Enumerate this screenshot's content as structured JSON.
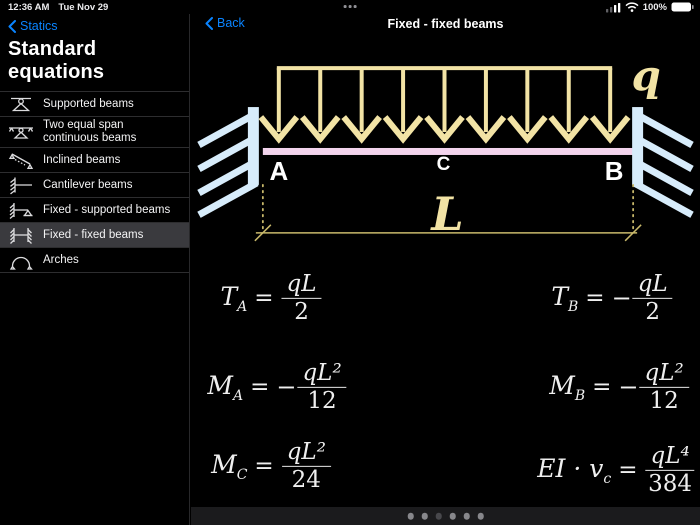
{
  "status_bar": {
    "time": "12:36 AM",
    "date": "Tue Nov 29",
    "battery_percent": "100%"
  },
  "sidebar": {
    "back_label": "Statics",
    "title": "Standard equations",
    "items": [
      {
        "label": "Supported beams"
      },
      {
        "label": "Two equal span continuous beams"
      },
      {
        "label": "Inclined beams"
      },
      {
        "label": "Cantilever beams"
      },
      {
        "label": "Fixed - supported beams"
      },
      {
        "label": "Fixed - fixed beams",
        "selected": true
      },
      {
        "label": "Arches"
      }
    ]
  },
  "detail": {
    "back_label": "Back",
    "title": "Fixed - fixed beams",
    "diagram": {
      "load_label": "q",
      "length_label": "L",
      "label_a": "A",
      "label_b": "B",
      "label_c": "C",
      "colors": {
        "load": "#f2e3a5",
        "beam": "#f3d4ed",
        "support": "#d7ecfb",
        "dimension": "#c9b96b"
      }
    },
    "equations": [
      {
        "lhs": "T",
        "sub": "A",
        "sign": "",
        "num": "qL",
        "den": "2"
      },
      {
        "lhs": "T",
        "sub": "B",
        "sign": "−",
        "num": "qL",
        "den": "2"
      },
      {
        "lhs": "M",
        "sub": "A",
        "sign": "−",
        "num": "qL²",
        "den": "12"
      },
      {
        "lhs": "M",
        "sub": "B",
        "sign": "−",
        "num": "qL²",
        "den": "12"
      },
      {
        "lhs": "M",
        "sub": "C",
        "sign": "",
        "num": "qL²",
        "den": "24"
      },
      {
        "lhs": "EI · v",
        "sub": "c",
        "sign": "",
        "num": "qL⁴",
        "den": "384"
      }
    ],
    "page_control": {
      "count": 6,
      "active_index": 2
    }
  }
}
